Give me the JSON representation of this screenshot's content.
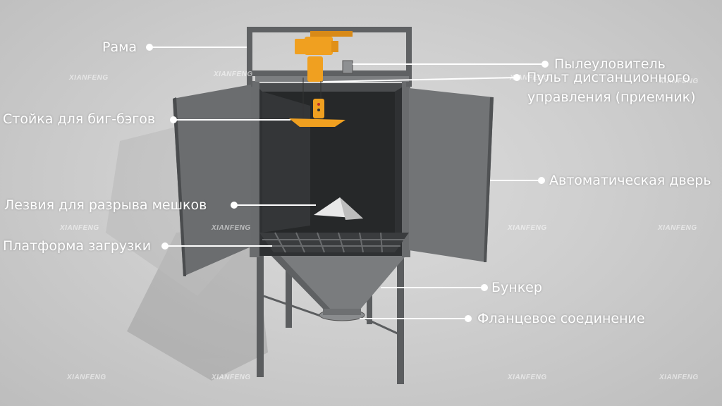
{
  "watermark": "XIANFENG",
  "labels": {
    "frame": "Рама",
    "dust_collector": "Пылеуловитель",
    "remote_line1": "Пульт дистанционного",
    "remote_line2": "управления (приемник)",
    "bigbag_stand": "Стойка для биг-бэгов",
    "auto_door": "Автоматическая дверь",
    "blades": "Лезвия для разрыва мешков",
    "platform": "Платформа загрузки",
    "hopper": "Бункер",
    "flange": "Фланцевое соединение"
  },
  "colors": {
    "steel": "#6f7173",
    "steel_dark": "#3e4042",
    "accent_orange": "#f0a020",
    "line": "#ffffff"
  }
}
